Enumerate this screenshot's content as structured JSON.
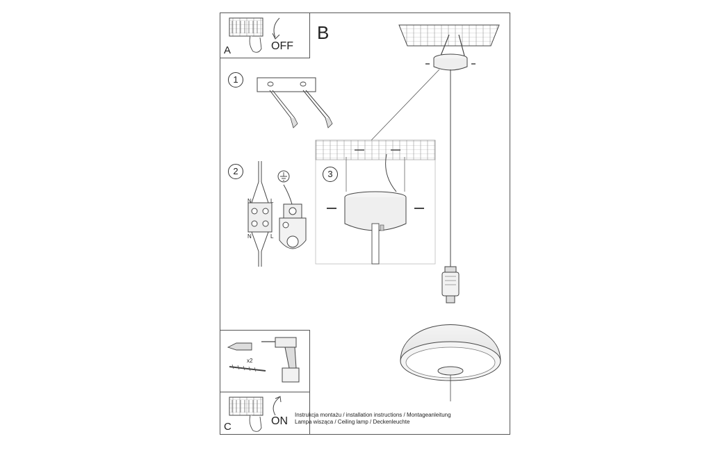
{
  "sections": {
    "a": {
      "letter": "A",
      "state": "OFF"
    },
    "b": {
      "letter": "B"
    },
    "c": {
      "letter": "C",
      "state": "ON"
    }
  },
  "steps": [
    "1",
    "2",
    "3"
  ],
  "wiring": {
    "neutral": "N",
    "live": "L"
  },
  "mounting": {
    "quantity": "x2"
  },
  "caption": {
    "line1": "Instrukcja montażu / installation instructions / Montageanleitung",
    "line2": "Lampa wisząca / Ceiling lamp  / Deckenleuchte"
  }
}
